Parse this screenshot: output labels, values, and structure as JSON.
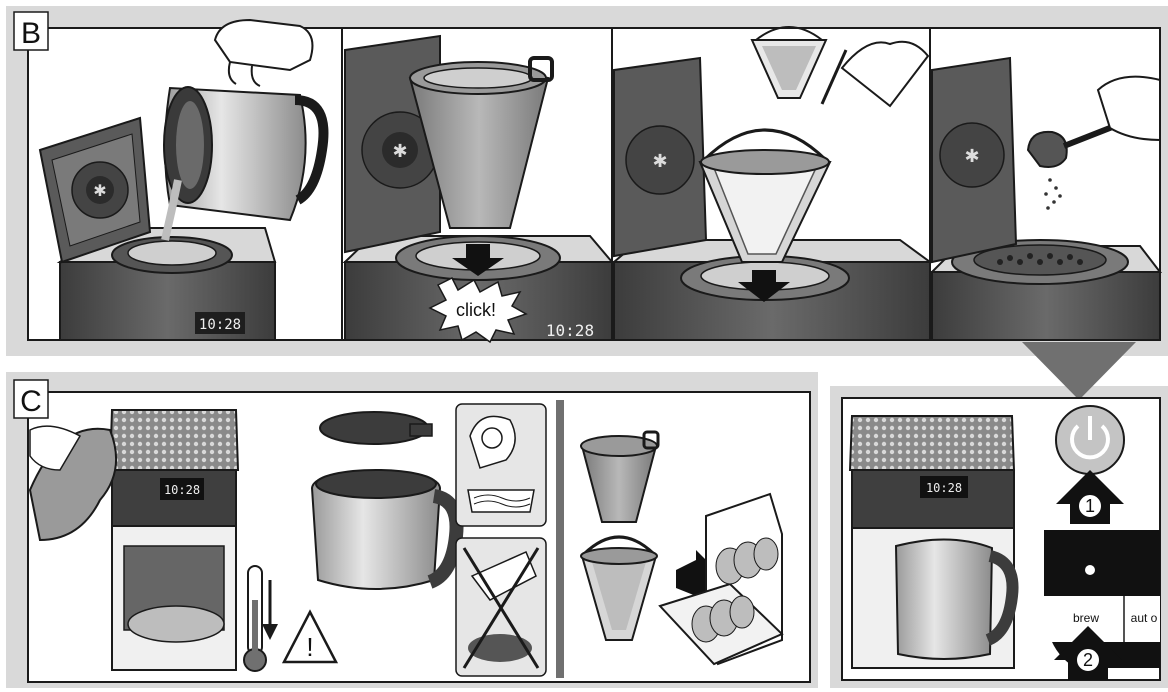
{
  "sections": {
    "b": {
      "label": "B"
    },
    "c": {
      "label": "C"
    }
  },
  "texts": {
    "display_b1": "10:28",
    "display_b2": "10:28",
    "display_c": "10:28",
    "display_d": "10:28",
    "click": "click!",
    "step1": "1",
    "step2": "2",
    "brew": "brew",
    "auto_partial": "aut o",
    "warning": "!"
  },
  "colors": {
    "background": "#ffffff",
    "frame": "#d9d9d9",
    "machine_dark": "#4d4d4d",
    "machine_mid": "#8c8c8c",
    "machine_light": "#bfbfbf",
    "outline": "#1a1a1a"
  }
}
